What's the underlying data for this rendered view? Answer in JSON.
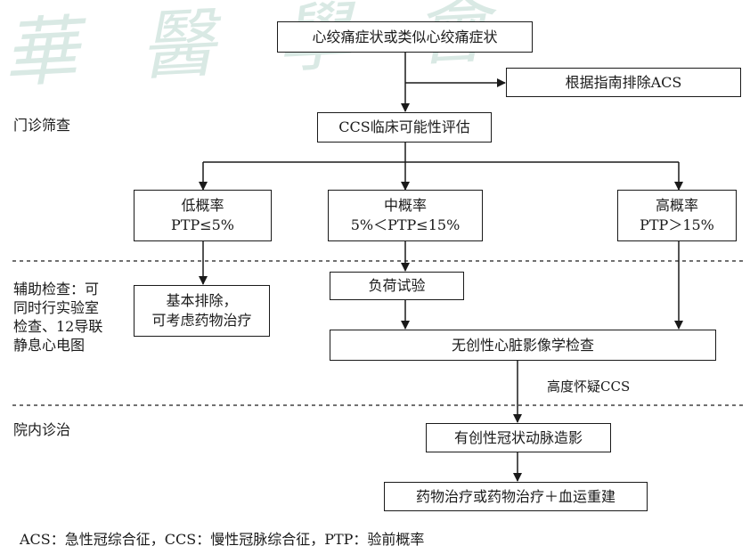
{
  "watermark": "華醫學會",
  "nodes": {
    "symptom": "心绞痛症状或类似心绞痛症状",
    "exclude_acs": "根据指南排除ACS",
    "ccs_assess": "CCS临床可能性评估",
    "low_title": "低概率",
    "low_ptp": "PTP≤5%",
    "mid_title": "中概率",
    "mid_ptp": "5%＜PTP≤15%",
    "high_title": "高概率",
    "high_ptp": "PTP＞15%",
    "basic_exclude_1": "基本排除，",
    "basic_exclude_2": "可考虑药物治疗",
    "stress_test": "负荷试验",
    "noninvasive": "无创性心脏影像学检查",
    "invasive": "有创性冠状动脉造影",
    "treatment": "药物治疗或药物治疗＋血运重建"
  },
  "sections": {
    "outpatient": "门诊筛查",
    "aux_1": "辅助检查：可",
    "aux_2": "同时行实验室",
    "aux_3": "检查、12导联",
    "aux_4": "静息心电图",
    "inpatient": "院内诊治"
  },
  "edge_labels": {
    "suspect_ccs": "高度怀疑CCS"
  },
  "footnote": "ACS：急性冠综合征，CCS：慢性冠脉综合征，PTP：验前概率"
}
